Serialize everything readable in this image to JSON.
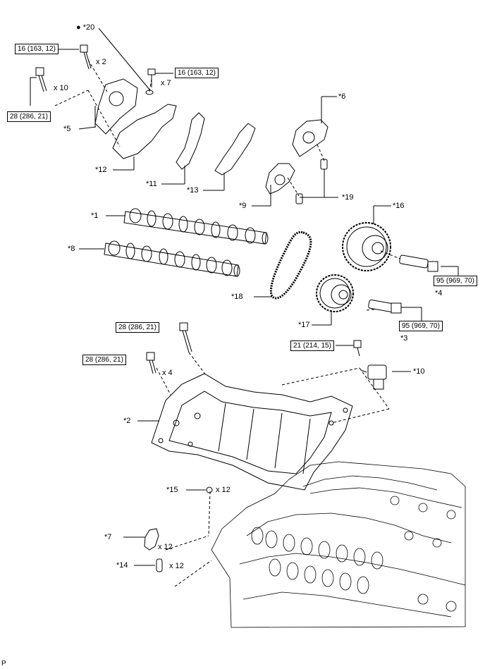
{
  "callouts": {
    "c1": "*1",
    "c2": "*2",
    "c3": "*3",
    "c4": "*4",
    "c5": "*5",
    "c6": "*6",
    "c7": "*7",
    "c8": "*8",
    "c9": "*9",
    "c10": "*10",
    "c11": "*11",
    "c12": "*12",
    "c13": "*13",
    "c14": "*14",
    "c15": "*15",
    "c16": "*16",
    "c17": "*17",
    "c18": "*18",
    "c19": "*19",
    "c20": "*20"
  },
  "torques": {
    "t_top_left": "16 (163, 12)",
    "t_top_mid": "16 (163, 12)",
    "t_left_bolt": "28 (286, 21)",
    "t_cover_bolt_a": "28 (286, 21)",
    "t_cover_bolt_b": "28 (286, 21)",
    "t_vvt_16": "95 (969, 70)",
    "t_vvt_17": "95 (969, 70)",
    "t_ocv": "21 (214, 15)"
  },
  "quantities": {
    "q_x2": "x 2",
    "q_x7": "x 7",
    "q_x10": "x 10",
    "q_x4": "x 4",
    "q_x12_15": "x 12",
    "q_x12_7": "x 12",
    "q_x12_14": "x 12"
  },
  "markers": {
    "non_reusable": "●"
  },
  "footer": {
    "page_code": "P"
  }
}
